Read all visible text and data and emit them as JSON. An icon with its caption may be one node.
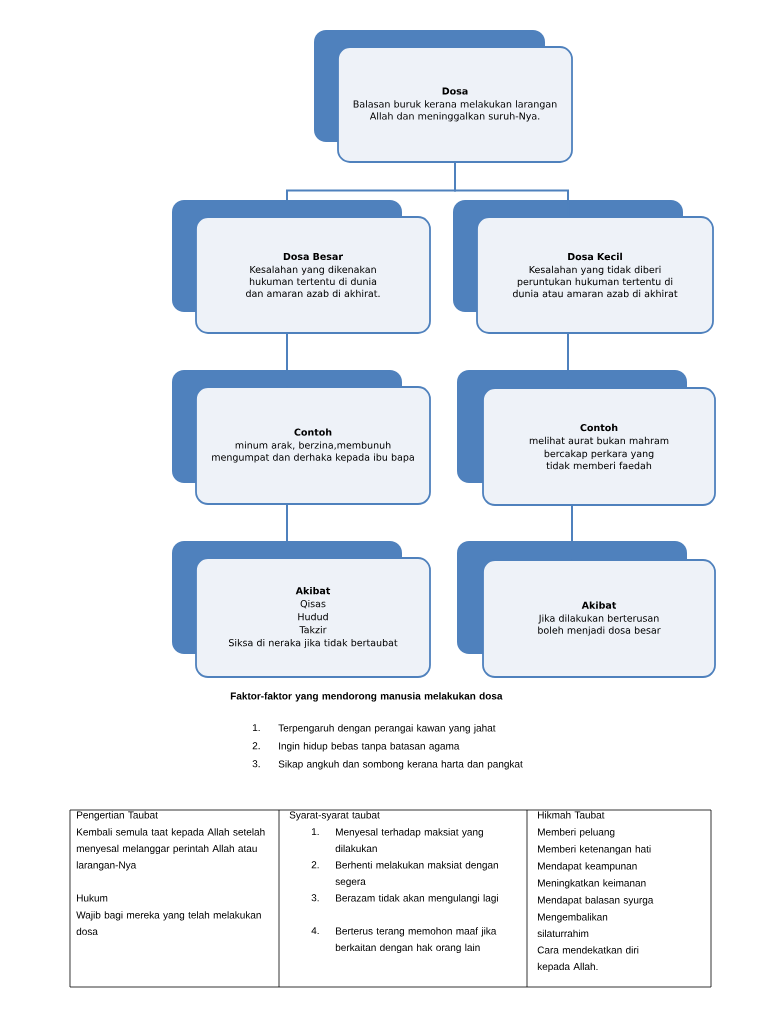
{
  "diagram": {
    "nodes": [
      {
        "text": [
          "Dosa",
          "Balasan buruk kerana melakukan larangan Allah dan meninggalkan suruh-Nya."
        ]
      },
      {
        "text": [
          "Dosa Besar",
          "Kesalahan yang dikenakan hukuman tertentu di dunia dan amaran azab di akhirat."
        ]
      },
      {
        "text": [
          "Dosa Kecil",
          "Kesalahan yang tidak diberi peruntukan hukuman tertentu di dunia atau amaran azab di akhirat"
        ]
      },
      {
        "text": [
          "Contoh",
          "minum arak, berzina,membunuh mengumpat dan derhaka kepada ibu bapa"
        ]
      },
      {
        "text": [
          "Contoh",
          "melihat aurat bukan mahram",
          "bercakap perkara yang tidak memberi faedah"
        ]
      },
      {
        "text": [
          "Akibat",
          "Qisas",
          "Hudud",
          "Takzir",
          "Siksa di neraka jika tidak bertaubat"
        ]
      },
      {
        "text": [
          "Akibat",
          "Jika dilakukan berterusan boleh menjadi dosa besar"
        ]
      }
    ],
    "edges": [
      {
        "from": 0,
        "to": 1,
        "arrow": "none"
      },
      {
        "from": 0,
        "to": 2,
        "arrow": "none"
      },
      {
        "from": 1,
        "to": 3,
        "arrow": "none"
      },
      {
        "from": 3,
        "to": 5,
        "arrow": "none"
      },
      {
        "from": 2,
        "to": 4,
        "arrow": "none"
      },
      {
        "from": 4,
        "to": 6,
        "arrow": "none"
      }
    ],
    "labels": [
      "Faktor-faktor yang mendorong manusia melakukan dosa",
      "1.",
      "Terpengaruh dengan perangai kawan yang jahat",
      "2.",
      "Ingin hidup bebas tanpa batasan agama",
      "3.",
      "Sikap angkuh dan sombong kerana harta dan pangkat",
      "Pengertian Taubat",
      "Kembali semula taat kepada Allah setelah menyesal melanggar perintah Allah atau larangan-Nya",
      "Hukum",
      "Wajib bagi mereka yang telah melakukan dosa",
      "Syarat-syarat taubat",
      "1.",
      "Menyesal terhadap maksiat yang dilakukan",
      "2.",
      "Berhenti melakukan maksiat dengan segera",
      "3.",
      "Berazam tidak akan mengulangi lagi",
      "4.",
      "Berterus terang memohon maaf jika berkaitan dengan hak orang lain",
      "Hikmah Taubat",
      "Memberi peluang",
      "Memberi ketenangan hati",
      "Mendapat keampunan",
      "Meningkatkan keimanan",
      "Mendapat balasan syurga",
      "Mengembalikan silaturrahim",
      "Cara mendekatkan diri kepada Allah."
    ]
  }
}
